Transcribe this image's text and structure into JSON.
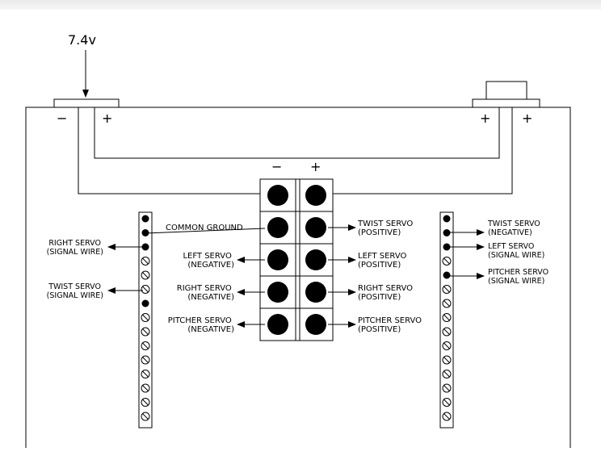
{
  "supply": {
    "voltage": "7.4v",
    "minus": "−",
    "plus": "+"
  },
  "right_connector": {
    "plus_left": "+",
    "plus_right": "+"
  },
  "block": {
    "minus": "−",
    "plus": "+"
  },
  "labels": {
    "common_ground": "COMMON GROUND",
    "twist_pos": [
      "TWIST SERVO",
      "(POSITIVE)"
    ],
    "left_neg": [
      "LEFT SERVO",
      "(NEGATIVE)"
    ],
    "left_pos": [
      "LEFT SERVO",
      "(POSITIVE)"
    ],
    "right_neg": [
      "RIGHT SERVO",
      "(NEGATIVE)"
    ],
    "right_pos": [
      "RIGHT SERVO",
      "(POSITIVE)"
    ],
    "pitcher_neg": [
      "PITCHER SERVO",
      "(NEGATIVE)"
    ],
    "pitcher_pos": [
      "PITCHER SERVO",
      "(POSITIVE)"
    ],
    "right_signal": [
      "RIGHT SERVO",
      "(SIGNAL WIRE)"
    ],
    "twist_signal": [
      "TWIST SERVO",
      "(SIGNAL WIRE)"
    ],
    "twist_neg": [
      "TWIST SERVO",
      "(NEGATIVE)"
    ],
    "left_signal": [
      "LEFT SERVO",
      "(SIGNAL WIRE)"
    ],
    "pitcher_signal": [
      "PITCHER SERVO",
      "(SIGNAL WIRE)"
    ]
  },
  "left_strip": {
    "filled": [
      0,
      1,
      2,
      6
    ]
  },
  "right_strip": {
    "filled": [
      0,
      1,
      2,
      4
    ]
  }
}
